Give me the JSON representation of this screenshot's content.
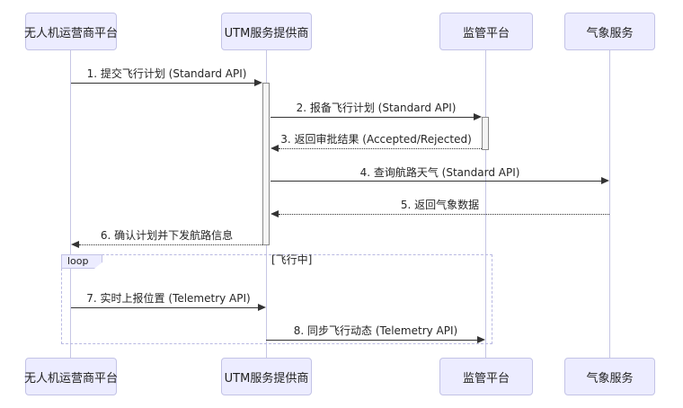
{
  "diagram": {
    "type": "sequence-diagram",
    "actors": [
      {
        "name": "无人机运营商平台"
      },
      {
        "name": "UTM服务提供商"
      },
      {
        "name": "监管平台"
      },
      {
        "name": "气象服务"
      }
    ],
    "messages": [
      {
        "seq": 1,
        "from": "无人机运营商平台",
        "to": "UTM服务提供商",
        "label": "1. 提交飞行计划 (Standard API)",
        "line_style": "solid"
      },
      {
        "seq": 2,
        "from": "UTM服务提供商",
        "to": "监管平台",
        "label": "2. 报备飞行计划 (Standard API)",
        "line_style": "solid"
      },
      {
        "seq": 3,
        "from": "监管平台",
        "to": "UTM服务提供商",
        "label": "3. 返回审批结果 (Accepted/Rejected)",
        "line_style": "dotted"
      },
      {
        "seq": 4,
        "from": "UTM服务提供商",
        "to": "气象服务",
        "label": "4. 查询航路天气 (Standard API)",
        "line_style": "solid"
      },
      {
        "seq": 5,
        "from": "气象服务",
        "to": "UTM服务提供商",
        "label": "5. 返回气象数据",
        "line_style": "dotted"
      },
      {
        "seq": 6,
        "from": "UTM服务提供商",
        "to": "无人机运营商平台",
        "label": "6. 确认计划并下发航路信息",
        "line_style": "dotted"
      },
      {
        "seq": 7,
        "from": "无人机运营商平台",
        "to": "UTM服务提供商",
        "label": "7. 实时上报位置 (Telemetry API)",
        "line_style": "solid"
      },
      {
        "seq": 8,
        "from": "UTM服务提供商",
        "to": "监管平台",
        "label": "8. 同步飞行动态 (Telemetry API)",
        "line_style": "solid"
      }
    ],
    "loop": {
      "label": "loop",
      "condition": "[飞行中]"
    },
    "colors": {
      "actor_fill": "#ececff",
      "actor_border": "#c3c3e6",
      "label_fill": "#ececff",
      "lifeline": "#c6c6e4",
      "activation_fill": "#f4f4f4",
      "activation_border": "#8a8a8a",
      "arrow": "#333333",
      "loop_border": "#b9b9e2"
    }
  }
}
